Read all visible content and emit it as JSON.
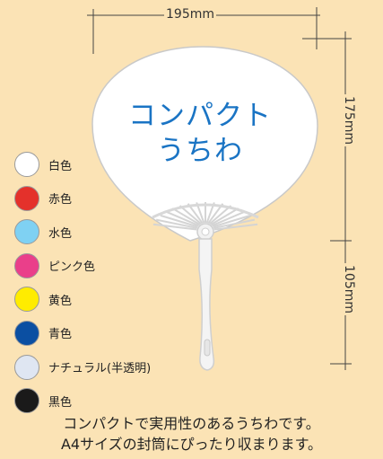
{
  "dimensions": {
    "width_label": "195mm",
    "fan_height_label": "175mm",
    "handle_height_label": "105mm"
  },
  "fan_title": [
    "コンパクト",
    "うちわ"
  ],
  "colors": [
    {
      "label": "白色",
      "color": "#ffffff"
    },
    {
      "label": "赤色",
      "color": "#e4312b"
    },
    {
      "label": "水色",
      "color": "#7fd1f3"
    },
    {
      "label": "ピンク色",
      "color": "#ea3f8a"
    },
    {
      "label": "黄色",
      "color": "#ffec00"
    },
    {
      "label": "青色",
      "color": "#0b4fa2"
    },
    {
      "label": "ナチュラル(半透明)",
      "color": "#dfe6f2"
    },
    {
      "label": "黒色",
      "color": "#1a1a1a"
    }
  ],
  "caption": [
    "コンパクトで実用性のあるうちわです。",
    "A4サイズの封筒にぴったり収まります。"
  ]
}
